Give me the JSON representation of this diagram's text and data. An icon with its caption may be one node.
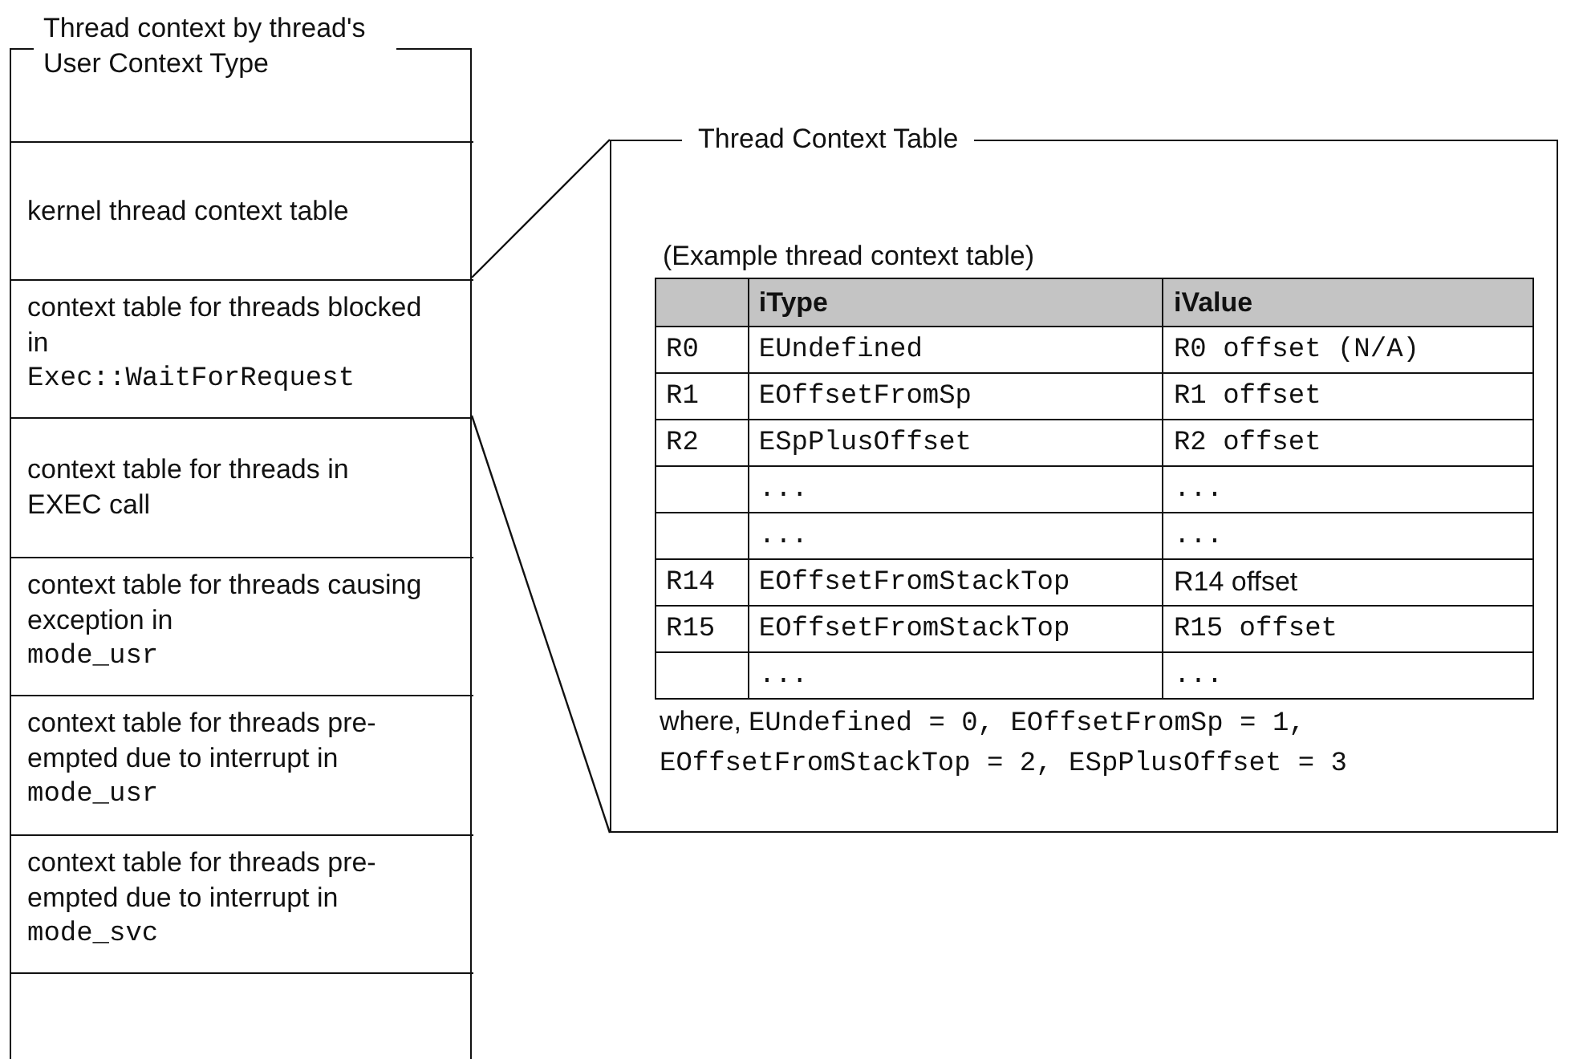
{
  "diagram": {
    "nodes": [
      {
        "text": [
          "Thread context by thread's User Context Type"
        ]
      },
      {
        "text": [
          "kernel thread context table"
        ],
        "in": 0
      },
      {
        "text": [
          "context table for threads blocked in",
          "Exec::WaitForRequest"
        ],
        "in": 0
      },
      {
        "text": [
          "context table for threads in EXEC call"
        ],
        "in": 0
      },
      {
        "text": [
          "context table for threads causing exception in",
          "mode_usr"
        ],
        "in": 0
      },
      {
        "text": [
          "context table for threads pre-empted due to interrupt in",
          "mode_usr"
        ],
        "in": 0
      },
      {
        "text": [
          "context table for threads pre-empted due to interrupt in",
          "mode_svc"
        ],
        "in": 0
      },
      {
        "text": [],
        "shape": "box",
        "in": 0
      },
      {
        "text": [
          "Thread Context Table"
        ]
      }
    ],
    "edges": [
      {
        "from": 2,
        "to": 8,
        "arrow": "none"
      },
      {
        "from": 2,
        "to": 8,
        "arrow": "none"
      }
    ],
    "labels": [
      "(Example thread context table)",
      "iType",
      "iValue",
      "R0",
      "EUndefined",
      "R0 offset (N/A)",
      "R1",
      "EOffsetFromSp",
      "R1 offset",
      "R2",
      "ESpPlusOffset",
      "R2 offset",
      "...",
      "...",
      "...",
      "...",
      "R14",
      "EOffsetFromStackTop",
      "R14 offset",
      "R15",
      "EOffsetFromStackTop",
      "R15 offset",
      "...",
      "...",
      "where,",
      "EUndefined = 0, EOffsetFromSp = 1, EOffsetFromStackTop = 2, ESpPlusOffset = 3"
    ]
  }
}
